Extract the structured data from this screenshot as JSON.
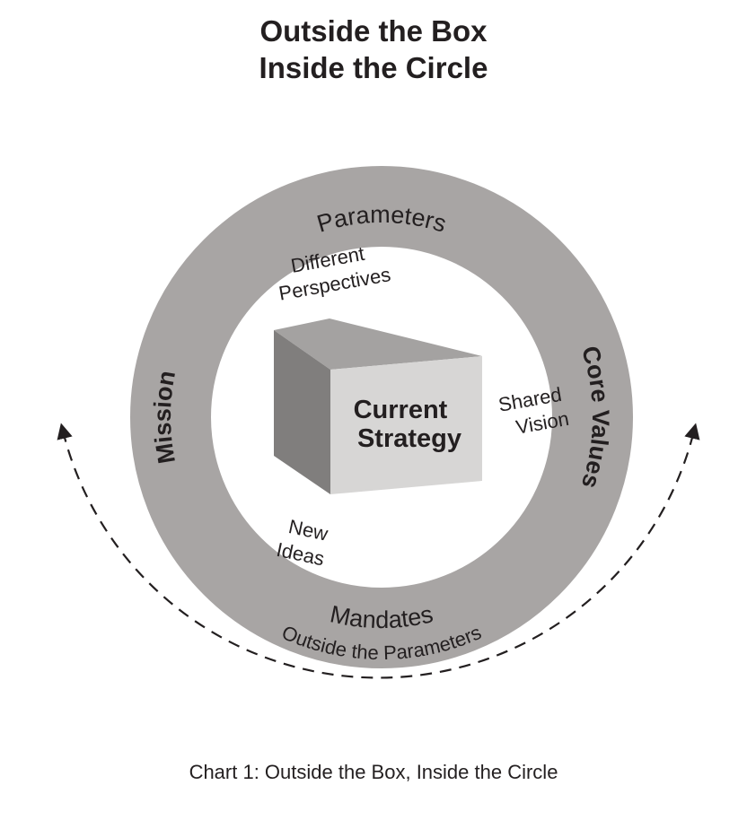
{
  "title": {
    "line1": "Outside the Box",
    "line2": "Inside the Circle"
  },
  "ring": {
    "top_label": "Parameters",
    "right_label": "Core Values",
    "bottom_label": "Mandates",
    "left_label": "Mission",
    "color": "#a8a5a4"
  },
  "box": {
    "line1": "Current",
    "line2": "Strategy",
    "front_color": "#d7d6d5",
    "top_color": "#a4a2a1",
    "side_color": "#807e7d"
  },
  "inner_labels": {
    "different_perspectives": [
      "Different",
      "Perspectives"
    ],
    "shared_vision": [
      "Shared",
      "Vision"
    ],
    "new_ideas": [
      "New",
      "Ideas"
    ]
  },
  "outer_arrow_label": "Outside the Parameters",
  "caption": "Chart 1: Outside the Box, Inside the Circle"
}
